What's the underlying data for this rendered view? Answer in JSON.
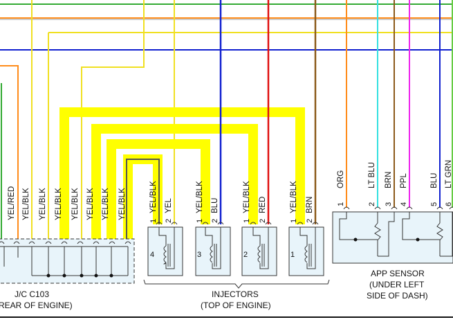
{
  "wire_labels": {
    "jc": [
      "YEL/RED",
      "YEL/BLK",
      "YEL/BLK",
      "YEL/BLK",
      "YEL/BLK",
      "YEL/BLK",
      "YEL/BLK",
      "YEL/BLK"
    ],
    "inj4": [
      "YEL/BLK",
      "YEL"
    ],
    "inj3": [
      "YEL/BLK",
      "BLU"
    ],
    "inj2": [
      "YEL/BLK",
      "RED"
    ],
    "inj1": [
      "YEL/BLK",
      "BRN"
    ],
    "app": [
      "ORG",
      "LT BLU",
      "BRN",
      "PPL",
      "BLU",
      "LT GRN"
    ]
  },
  "pin_numbers": {
    "inj4": [
      "1",
      "2"
    ],
    "inj3": [
      "1",
      "2"
    ],
    "inj2": [
      "1",
      "2"
    ],
    "inj1": [
      "1",
      "2"
    ],
    "app": [
      "1",
      "2",
      "3",
      "4",
      "5",
      "6"
    ]
  },
  "injector_numbers": [
    "4",
    "3",
    "2",
    "1"
  ],
  "captions": {
    "jc_line1": "J/C C103",
    "jc_line2": "(REAR OF ENGINE)",
    "inj_line1": "INJECTORS",
    "inj_line2": "(TOP OF ENGINE)",
    "app_line1": "APP SENSOR",
    "app_line2": "(UNDER LEFT",
    "app_line3": "SIDE OF DASH)"
  },
  "colors": {
    "highlight": "#ffff00",
    "yellow_wire": "#f0e020",
    "red": "#e01010",
    "blue": "#1020d0",
    "brown": "#8b5a1a",
    "orange": "#ff8c1a",
    "lt_blue": "#33e0e0",
    "magenta": "#ee22ee",
    "green": "#33aa33",
    "lt_green": "#66cc44",
    "box_fill": "#e8f4fa"
  }
}
